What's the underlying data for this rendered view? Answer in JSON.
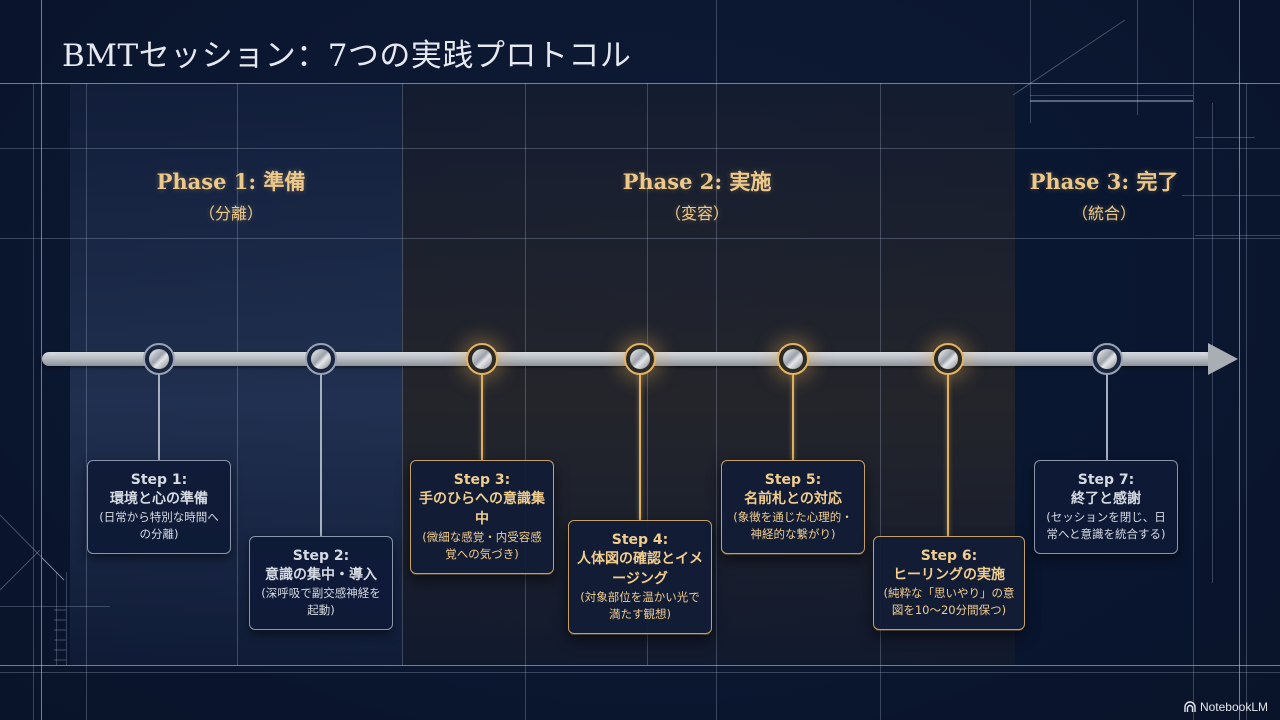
{
  "title": "BMTセッション：7つの実践プロトコル",
  "phases": [
    {
      "title": "Phase 1: 準備",
      "subtitle": "（分離）"
    },
    {
      "title": "Phase 2: 実施",
      "subtitle": "（変容）"
    },
    {
      "title": "Phase 3: 完了",
      "subtitle": "（統合）"
    }
  ],
  "steps": [
    {
      "step": "Step 1:",
      "title": "環境と心の準備",
      "desc": "(日常から特別な時間への分離)",
      "phase": 1
    },
    {
      "step": "Step 2:",
      "title": "意識の集中・導入",
      "desc": "(深呼吸で副交感神経を起動)",
      "phase": 1
    },
    {
      "step": "Step 3:",
      "title": "手のひらへの意識集中",
      "desc": "(微細な感覚・内受容感覚への気づき)",
      "phase": 2
    },
    {
      "step": "Step 4:",
      "title": "人体図の確認とイメージング",
      "desc": "(対象部位を温かい光で満たす観想)",
      "phase": 2
    },
    {
      "step": "Step 5:",
      "title": "名前札との対応",
      "desc": "(象徴を通じた心理的・神経的な繋がり)",
      "phase": 2
    },
    {
      "step": "Step 6:",
      "title": "ヒーリングの実施",
      "desc": "(純粋な「思いやり」の意図を10〜20分間保つ)",
      "phase": 2
    },
    {
      "step": "Step 7:",
      "title": "終了と感謝",
      "desc": "(セッションを閉じ、日常へと意識を統合する)",
      "phase": 3
    }
  ],
  "brand": {
    "label": "NotebookLM",
    "icon": "notebooklm-logo-icon"
  },
  "colors": {
    "background": "#0c1831",
    "accent_gold": "#ecc98b",
    "node_silver": "#9aa3b5",
    "title_text": "#e6e9f0"
  }
}
